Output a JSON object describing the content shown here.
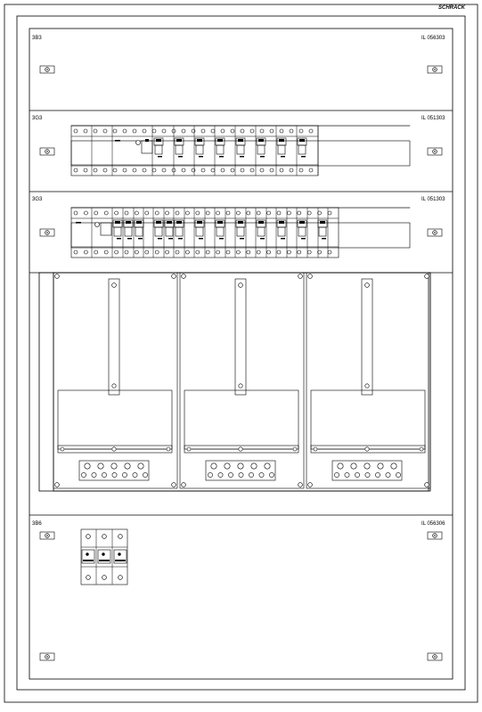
{
  "brand": "SCHRACK",
  "sections": [
    {
      "id": "3B3",
      "ref": "IL 056303"
    },
    {
      "id": "3G3",
      "ref": "IL 051303"
    },
    {
      "id": "3G3",
      "ref": "IL 051303"
    },
    {
      "id": "3B6",
      "ref": "IL 056306"
    }
  ],
  "colors": {
    "line": "#000000",
    "background": "#ffffff"
  },
  "icons": [
    "mounting-screw-icon"
  ]
}
